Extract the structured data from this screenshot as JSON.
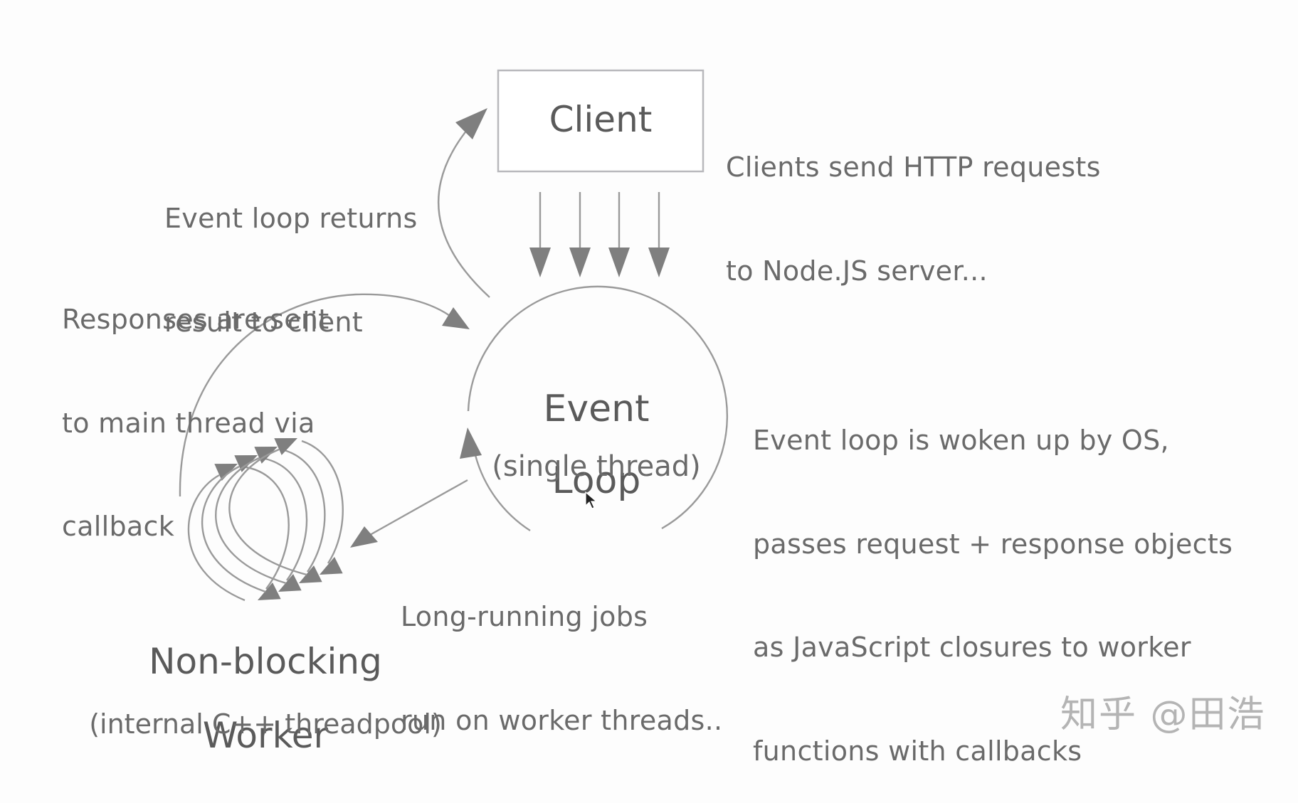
{
  "diagram": {
    "title": "Node.js Event Loop architecture",
    "nodes": {
      "client": {
        "label": "Client"
      },
      "event_loop": {
        "label_line1": "Event",
        "label_line2": "Loop",
        "sublabel": "(single thread)"
      },
      "worker": {
        "label_line1": "Non-blocking",
        "label_line2": "Worker",
        "sublabel": "(internal C++ threadpool)"
      }
    },
    "annotations": {
      "client_requests": [
        "Clients send HTTP requests",
        "to Node.JS server..."
      ],
      "return_result": [
        "Event loop returns",
        "result to client"
      ],
      "callback_responses": [
        "Responses are sent",
        "to main thread via",
        "callback"
      ],
      "os_wakeup": [
        "Event loop is woken up by OS,",
        "passes request + response objects",
        "as JavaScript closures to worker",
        "functions with callbacks"
      ],
      "long_running": [
        "Long-running jobs",
        "run on worker threads.."
      ]
    },
    "edges": [
      {
        "from": "client",
        "to": "event_loop",
        "count": 4,
        "meaning": "HTTP requests"
      },
      {
        "from": "event_loop",
        "to": "client",
        "meaning": "return result"
      },
      {
        "from": "event_loop",
        "to": "worker",
        "meaning": "long-running jobs"
      },
      {
        "from": "worker",
        "to": "event_loop",
        "meaning": "callback responses"
      },
      {
        "from": "event_loop",
        "to": "event_loop",
        "meaning": "loop"
      }
    ],
    "worker_threads": 4,
    "colors": {
      "background": "#fdfdfd",
      "text": "#6a6a6a",
      "node_text": "#5a5a5a",
      "line": "#9a9a9a",
      "arrowhead": "#7f7f7f",
      "box_border": "#b8b8bc"
    }
  },
  "watermark": "知乎 @田浩"
}
